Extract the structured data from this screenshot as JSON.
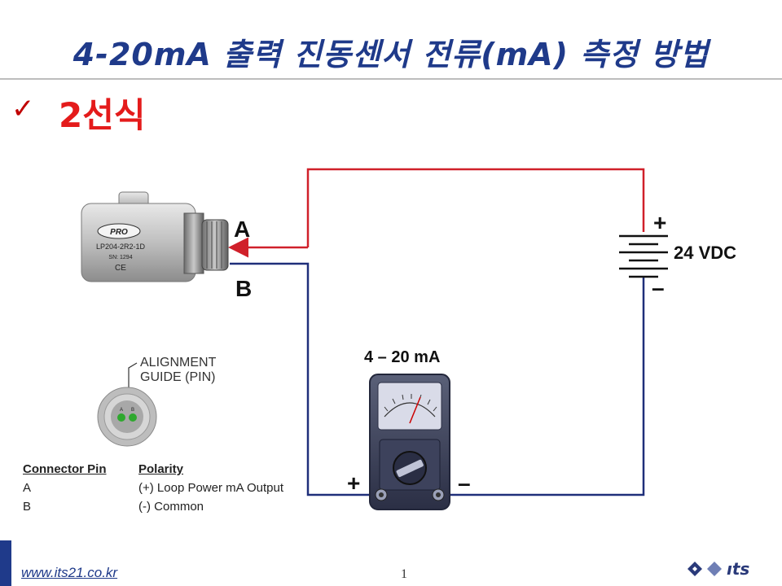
{
  "title": "4-20mA 출력 진동센서 전류(mA) 측정 방법",
  "section": {
    "check_icon": "check-icon",
    "label": "2선식"
  },
  "sensor": {
    "icon": "accelerometer-sensor",
    "brand": "PRO",
    "model": "LP204-2R2-1D",
    "serial": "SN: 1294",
    "mark": "CE"
  },
  "terminals": {
    "a": "A",
    "b": "B"
  },
  "power": {
    "plus": "+",
    "minus": "–",
    "voltage": "24 VDC"
  },
  "meter": {
    "range": "4 – 20 mA",
    "plus": "+",
    "minus": "–"
  },
  "connector": {
    "guide_text_1": "ALIGNMENT",
    "guide_text_2": "GUIDE (PIN)",
    "pin_a": "A",
    "pin_b": "B"
  },
  "pin_table": {
    "headers": [
      "Connector Pin",
      "Polarity"
    ],
    "rows": [
      [
        "A",
        "(+) Loop Power mA Output"
      ],
      [
        "B",
        "(-) Common"
      ]
    ]
  },
  "footer": {
    "url": "www.its21.co.kr",
    "page": "1",
    "logo": "its-logo"
  },
  "colors": {
    "title": "#1f3a8a",
    "positive_wire": "#d0202a",
    "negative_wire": "#1f2f7a",
    "section": "#e41b1b"
  }
}
